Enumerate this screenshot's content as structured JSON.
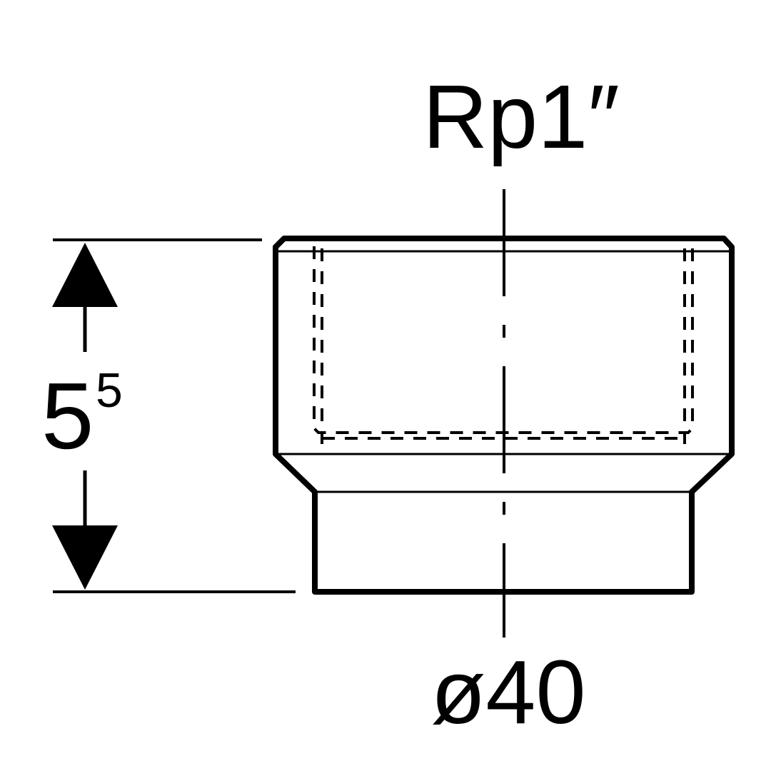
{
  "labels": {
    "thread": "Rp1″",
    "diameter": "ø40",
    "height_main": "5",
    "height_sup": "5"
  },
  "colors": {
    "line": "#000000",
    "background": "#ffffff"
  }
}
